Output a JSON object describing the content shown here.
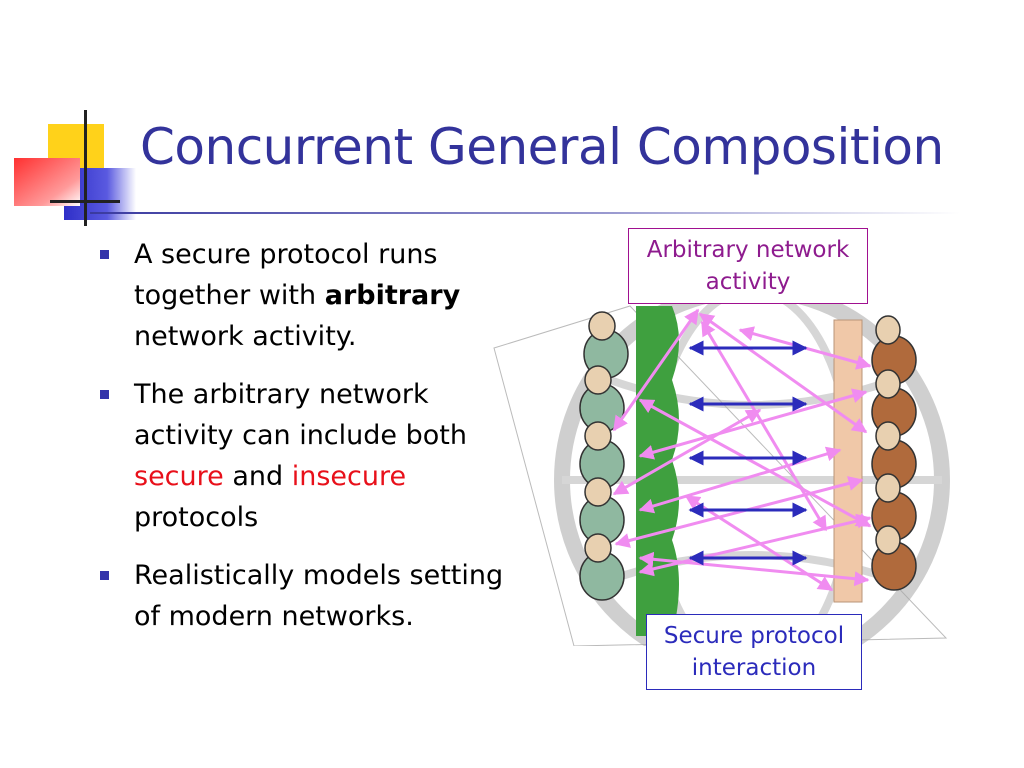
{
  "slide": {
    "title": "Concurrent General Composition",
    "bullets": [
      {
        "parts": [
          "A secure protocol runs together with ",
          "arbitrary",
          " network activity."
        ]
      },
      {
        "parts": [
          "The arbitrary network activity can include both ",
          "secure",
          " and ",
          "insecure",
          " protocols"
        ]
      },
      {
        "parts": [
          "Realistically models setting of modern networks."
        ]
      }
    ],
    "diagram": {
      "label_top": "Arbitrary network activity",
      "label_bottom": "Secure protocol interaction",
      "colors": {
        "secure_arrow": "#2b2bbb",
        "network_arrow": "#f08cf0",
        "left_wall": "#3fa03f",
        "right_wall": "#f0c8a8"
      }
    }
  }
}
